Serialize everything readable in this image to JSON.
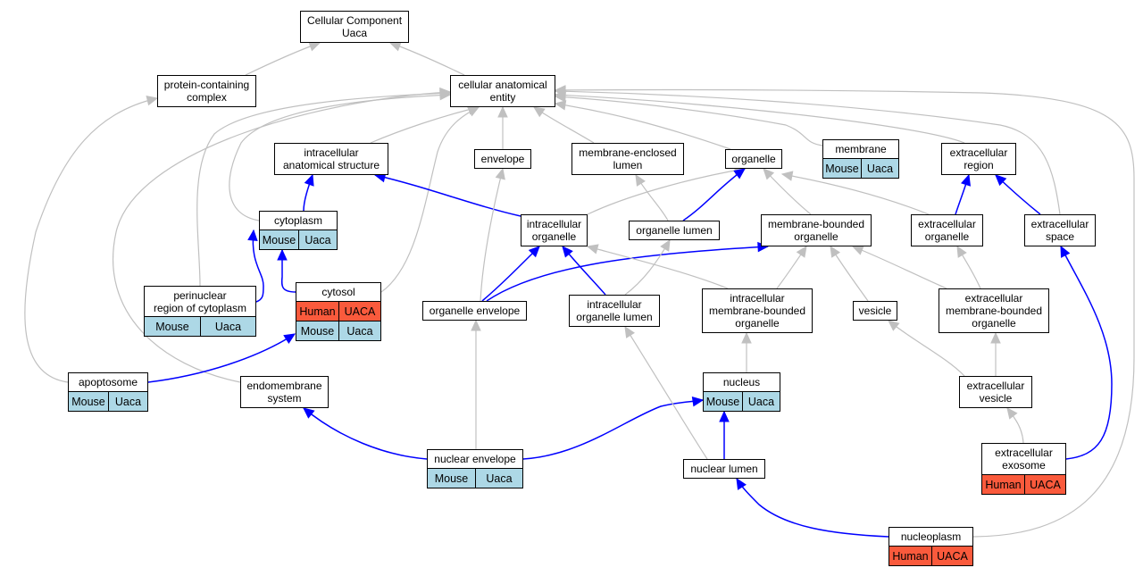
{
  "colors": {
    "is_a_edge": "#c0c0c0",
    "part_of_edge": "#0000ff",
    "mouse_tag": "#add8e6",
    "human_tag": "#fa5a3c"
  },
  "nodes": {
    "cellular_component": {
      "label": "Cellular Component\nUaca"
    },
    "protein_complex": {
      "label": "protein-containing\ncomplex"
    },
    "cellular_anatomical_entity": {
      "label": "cellular anatomical\nentity"
    },
    "intracellular_anatomical_structure": {
      "label": "intracellular\nanatomical structure"
    },
    "envelope": {
      "label": "envelope"
    },
    "membrane_enclosed_lumen": {
      "label": "membrane-enclosed\nlumen"
    },
    "organelle": {
      "label": "organelle"
    },
    "membrane": {
      "label": "membrane",
      "tags": [
        [
          "Mouse",
          "Uaca"
        ]
      ]
    },
    "extracellular_region": {
      "label": "extracellular\nregion"
    },
    "cytoplasm": {
      "label": "cytoplasm",
      "tags": [
        [
          "Mouse",
          "Uaca"
        ]
      ]
    },
    "intracellular_organelle": {
      "label": "intracellular\norganelle"
    },
    "organelle_lumen": {
      "label": "organelle lumen"
    },
    "membrane_bounded_organelle": {
      "label": "membrane-bounded\norganelle"
    },
    "extracellular_organelle": {
      "label": "extracellular\norganelle"
    },
    "extracellular_space": {
      "label": "extracellular\nspace"
    },
    "perinuclear_region": {
      "label": "perinuclear\nregion of cytoplasm",
      "tags": [
        [
          "Mouse",
          "Uaca"
        ]
      ]
    },
    "cytosol": {
      "label": "cytosol",
      "tags": [
        [
          "Human",
          "UACA"
        ],
        [
          "Mouse",
          "Uaca"
        ]
      ]
    },
    "organelle_envelope": {
      "label": "organelle envelope"
    },
    "intracellular_organelle_lumen": {
      "label": "intracellular\norganelle lumen"
    },
    "intracellular_mb_organelle": {
      "label": "intracellular\nmembrane-bounded\norganelle"
    },
    "vesicle": {
      "label": "vesicle"
    },
    "extracellular_mb_organelle": {
      "label": "extracellular\nmembrane-bounded\norganelle"
    },
    "apoptosome": {
      "label": "apoptosome",
      "tags": [
        [
          "Mouse",
          "Uaca"
        ]
      ]
    },
    "endomembrane_system": {
      "label": "endomembrane\nsystem"
    },
    "nucleus": {
      "label": "nucleus",
      "tags": [
        [
          "Mouse",
          "Uaca"
        ]
      ]
    },
    "extracellular_vesicle": {
      "label": "extracellular\nvesicle"
    },
    "nuclear_envelope": {
      "label": "nuclear envelope",
      "tags": [
        [
          "Mouse",
          "Uaca"
        ]
      ]
    },
    "nuclear_lumen": {
      "label": "nuclear lumen"
    },
    "extracellular_exosome": {
      "label": "extracellular\nexosome",
      "tags": [
        [
          "Human",
          "UACA"
        ]
      ]
    },
    "nucleoplasm": {
      "label": "nucleoplasm",
      "tags": [
        [
          "Human",
          "UACA"
        ]
      ]
    }
  },
  "edges": [
    {
      "from": "protein_complex",
      "to": "cellular_component",
      "kind": "is_a"
    },
    {
      "from": "cellular_anatomical_entity",
      "to": "cellular_component",
      "kind": "is_a"
    },
    {
      "from": "intracellular_anatomical_structure",
      "to": "cellular_anatomical_entity",
      "kind": "is_a"
    },
    {
      "from": "envelope",
      "to": "cellular_anatomical_entity",
      "kind": "is_a"
    },
    {
      "from": "membrane_enclosed_lumen",
      "to": "cellular_anatomical_entity",
      "kind": "is_a"
    },
    {
      "from": "organelle",
      "to": "cellular_anatomical_entity",
      "kind": "is_a"
    },
    {
      "from": "membrane",
      "to": "cellular_anatomical_entity",
      "kind": "is_a"
    },
    {
      "from": "extracellular_region",
      "to": "cellular_anatomical_entity",
      "kind": "is_a"
    },
    {
      "from": "cytoplasm",
      "to": "cellular_anatomical_entity",
      "kind": "is_a"
    },
    {
      "from": "perinuclear_region",
      "to": "cellular_anatomical_entity",
      "kind": "is_a"
    },
    {
      "from": "cytosol",
      "to": "cellular_anatomical_entity",
      "kind": "is_a"
    },
    {
      "from": "endomembrane_system",
      "to": "cellular_anatomical_entity",
      "kind": "is_a"
    },
    {
      "from": "extracellular_space",
      "to": "cellular_anatomical_entity",
      "kind": "is_a"
    },
    {
      "from": "nucleoplasm",
      "to": "cellular_anatomical_entity",
      "kind": "is_a"
    },
    {
      "from": "apoptosome",
      "to": "protein_complex",
      "kind": "is_a"
    },
    {
      "from": "cytoplasm",
      "to": "intracellular_anatomical_structure",
      "kind": "part_of"
    },
    {
      "from": "intracellular_organelle",
      "to": "intracellular_anatomical_structure",
      "kind": "part_of"
    },
    {
      "from": "intracellular_organelle",
      "to": "organelle",
      "kind": "is_a"
    },
    {
      "from": "organelle_lumen",
      "to": "membrane_enclosed_lumen",
      "kind": "is_a"
    },
    {
      "from": "organelle_lumen",
      "to": "organelle",
      "kind": "part_of"
    },
    {
      "from": "membrane_bounded_organelle",
      "to": "organelle",
      "kind": "is_a"
    },
    {
      "from": "extracellular_organelle",
      "to": "organelle",
      "kind": "is_a"
    },
    {
      "from": "extracellular_organelle",
      "to": "extracellular_region",
      "kind": "part_of"
    },
    {
      "from": "extracellular_space",
      "to": "extracellular_region",
      "kind": "part_of"
    },
    {
      "from": "perinuclear_region",
      "to": "cytoplasm",
      "kind": "part_of"
    },
    {
      "from": "cytosol",
      "to": "cytoplasm",
      "kind": "part_of"
    },
    {
      "from": "organelle_envelope",
      "to": "envelope",
      "kind": "is_a"
    },
    {
      "from": "organelle_envelope",
      "to": "intracellular_organelle",
      "kind": "part_of"
    },
    {
      "from": "organelle_envelope",
      "to": "membrane_bounded_organelle",
      "kind": "part_of"
    },
    {
      "from": "intracellular_organelle_lumen",
      "to": "intracellular_organelle",
      "kind": "part_of"
    },
    {
      "from": "intracellular_organelle_lumen",
      "to": "organelle_lumen",
      "kind": "is_a"
    },
    {
      "from": "intracellular_mb_organelle",
      "to": "intracellular_organelle",
      "kind": "is_a"
    },
    {
      "from": "intracellular_mb_organelle",
      "to": "membrane_bounded_organelle",
      "kind": "is_a"
    },
    {
      "from": "vesicle",
      "to": "membrane_bounded_organelle",
      "kind": "is_a"
    },
    {
      "from": "extracellular_mb_organelle",
      "to": "membrane_bounded_organelle",
      "kind": "is_a"
    },
    {
      "from": "extracellular_mb_organelle",
      "to": "extracellular_organelle",
      "kind": "is_a"
    },
    {
      "from": "apoptosome",
      "to": "cytosol",
      "kind": "part_of"
    },
    {
      "from": "nucleus",
      "to": "intracellular_mb_organelle",
      "kind": "is_a"
    },
    {
      "from": "extracellular_vesicle",
      "to": "vesicle",
      "kind": "is_a"
    },
    {
      "from": "extracellular_vesicle",
      "to": "extracellular_mb_organelle",
      "kind": "is_a"
    },
    {
      "from": "nuclear_envelope",
      "to": "organelle_envelope",
      "kind": "is_a"
    },
    {
      "from": "nuclear_envelope",
      "to": "endomembrane_system",
      "kind": "part_of"
    },
    {
      "from": "nuclear_envelope",
      "to": "nucleus",
      "kind": "part_of"
    },
    {
      "from": "nuclear_lumen",
      "to": "intracellular_organelle_lumen",
      "kind": "is_a"
    },
    {
      "from": "nuclear_lumen",
      "to": "nucleus",
      "kind": "part_of"
    },
    {
      "from": "extracellular_exosome",
      "to": "extracellular_vesicle",
      "kind": "is_a"
    },
    {
      "from": "extracellular_exosome",
      "to": "extracellular_space",
      "kind": "part_of"
    },
    {
      "from": "nucleoplasm",
      "to": "nuclear_lumen",
      "kind": "part_of"
    }
  ]
}
